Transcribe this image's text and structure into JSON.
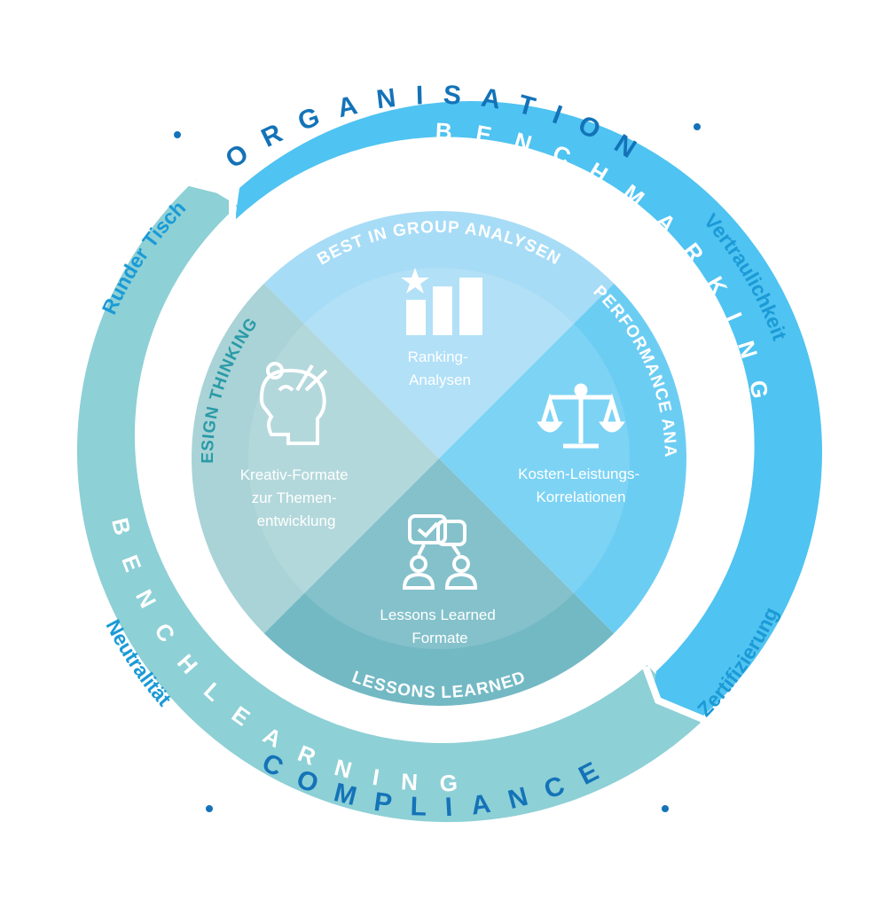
{
  "outer_ring": {
    "top": "ORGANISATION",
    "bottom": "COMPLIANCE",
    "upper_left": "Runder Tisch",
    "upper_right": "Vertraulichkeit",
    "lower_left": "Neutralität",
    "lower_right": "Zertifizierung"
  },
  "bands": {
    "benchmarking": "BENCHMARKING",
    "benchlearning": "BENCHLEARNING"
  },
  "quadrants": {
    "top": {
      "title": "BEST IN GROUP ANALYSEN",
      "label_line1": "Ranking-",
      "label_line2": "Analysen",
      "icon": "ranking-bars-star-icon"
    },
    "right": {
      "title": "PERFORMANCE ANALYSEN",
      "label_line1": "Kosten-Leistungs-",
      "label_line2": "Korrelationen",
      "icon": "scales-icon"
    },
    "bottom": {
      "title": "LESSONS LEARNED",
      "label_line1": "Lessons Learned",
      "label_line2": "Formate",
      "icon": "people-chat-icon"
    },
    "left": {
      "title": "DESIGN THINKING",
      "label_line1": "Kreativ-Formate",
      "label_line2": "zur Themen-",
      "label_line3": "entwicklung",
      "icon": "creative-head-icon"
    }
  },
  "colors": {
    "benchmarking_band": "#4fc3f1",
    "benchlearning_band": "#8dd0d6",
    "quad_top": "#a7dcf6",
    "quad_right": "#6ccdf3",
    "quad_bottom": "#73b9c4",
    "quad_left": "#a9d3d6",
    "outer_text": "#1473b8",
    "phrase_text": "#1b9ad6"
  }
}
